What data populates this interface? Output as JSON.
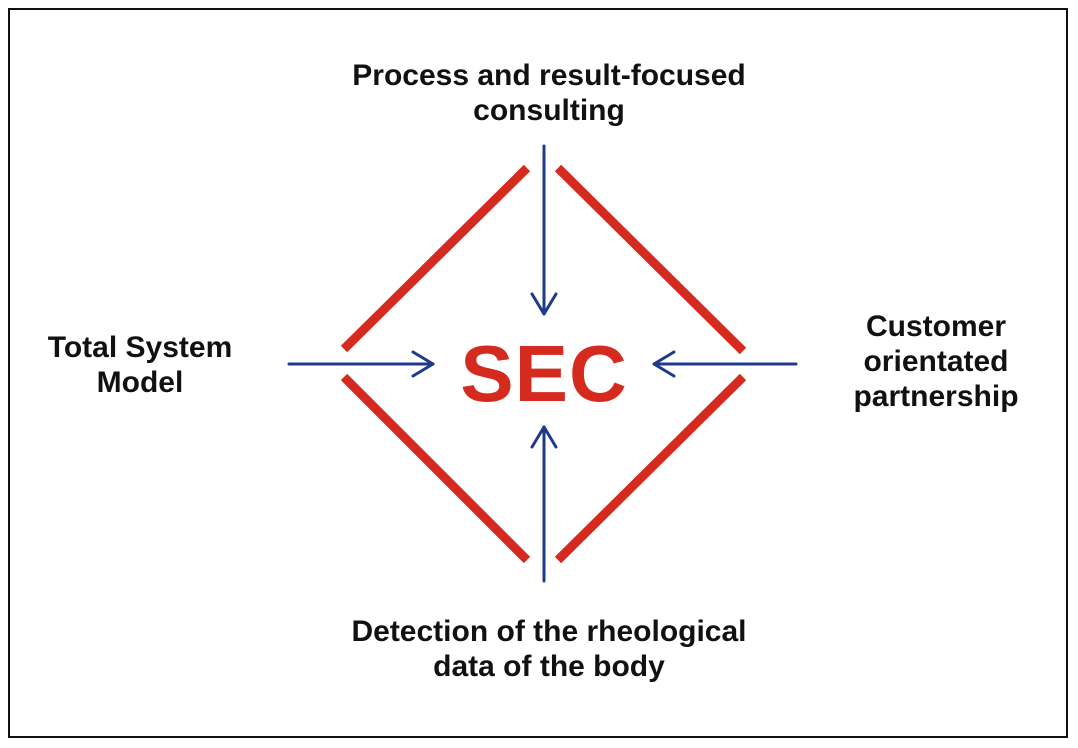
{
  "center": {
    "label": "SEC"
  },
  "nodes": {
    "top": {
      "line1": "Process and result-focused",
      "line2": "consulting"
    },
    "bottom": {
      "line1": "Detection of the rheological",
      "line2": "data of the body"
    },
    "left": {
      "line1": "Total System",
      "line2": "Model"
    },
    "right": {
      "line1": "Customer",
      "line2": "orientated",
      "line3": "partnership"
    }
  },
  "colors": {
    "diamond": "#d52b1e",
    "arrows": "#1f3a8a",
    "center_text": "#d52b1e",
    "text": "#111111",
    "border": "#111111"
  },
  "icons": {
    "arrow_head": "arrow-head-icon"
  }
}
